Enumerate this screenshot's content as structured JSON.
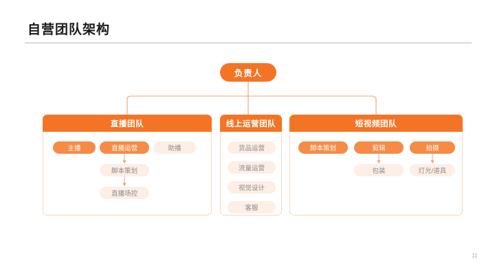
{
  "slide": {
    "title": "自营团队架构",
    "page_number": "11"
  },
  "colors": {
    "accent": "#f47425",
    "pill_solid": "#f68b46",
    "pill_light_bg": "#fdeee6",
    "pill_light_text": "#8a8a8a",
    "card_border": "#f6d7bf",
    "divider": "#b8b8b8",
    "title_text": "#1a1a1a",
    "page_number_text": "#a9a9a9"
  },
  "org_chart": {
    "root": {
      "label": "负责人"
    },
    "columns": [
      {
        "id": "live",
        "header": "直播团队",
        "row1": [
          {
            "label": "主播",
            "style": "solid"
          },
          {
            "label": "直播运营",
            "style": "solid"
          },
          {
            "label": "助播",
            "style": "light"
          }
        ],
        "chain": [
          {
            "label": "脚本策划",
            "style": "light"
          },
          {
            "label": "直播场控",
            "style": "light"
          }
        ]
      },
      {
        "id": "online",
        "header": "线上运营团队",
        "row1": [
          {
            "label": "货品运营",
            "style": "light"
          },
          {
            "label": "流量运营",
            "style": "light"
          },
          {
            "label": "视觉设计",
            "style": "light"
          },
          {
            "label": "客服",
            "style": "light"
          }
        ],
        "chain": []
      },
      {
        "id": "video",
        "header": "短视频团队",
        "row1": [
          {
            "label": "脚本策划",
            "style": "solid"
          },
          {
            "label": "剪辑",
            "style": "solid"
          },
          {
            "label": "拍摄",
            "style": "solid"
          }
        ],
        "chain": [
          {
            "label": "包装",
            "style": "light"
          },
          {
            "label": "灯光/道具",
            "style": "light"
          }
        ]
      }
    ]
  }
}
